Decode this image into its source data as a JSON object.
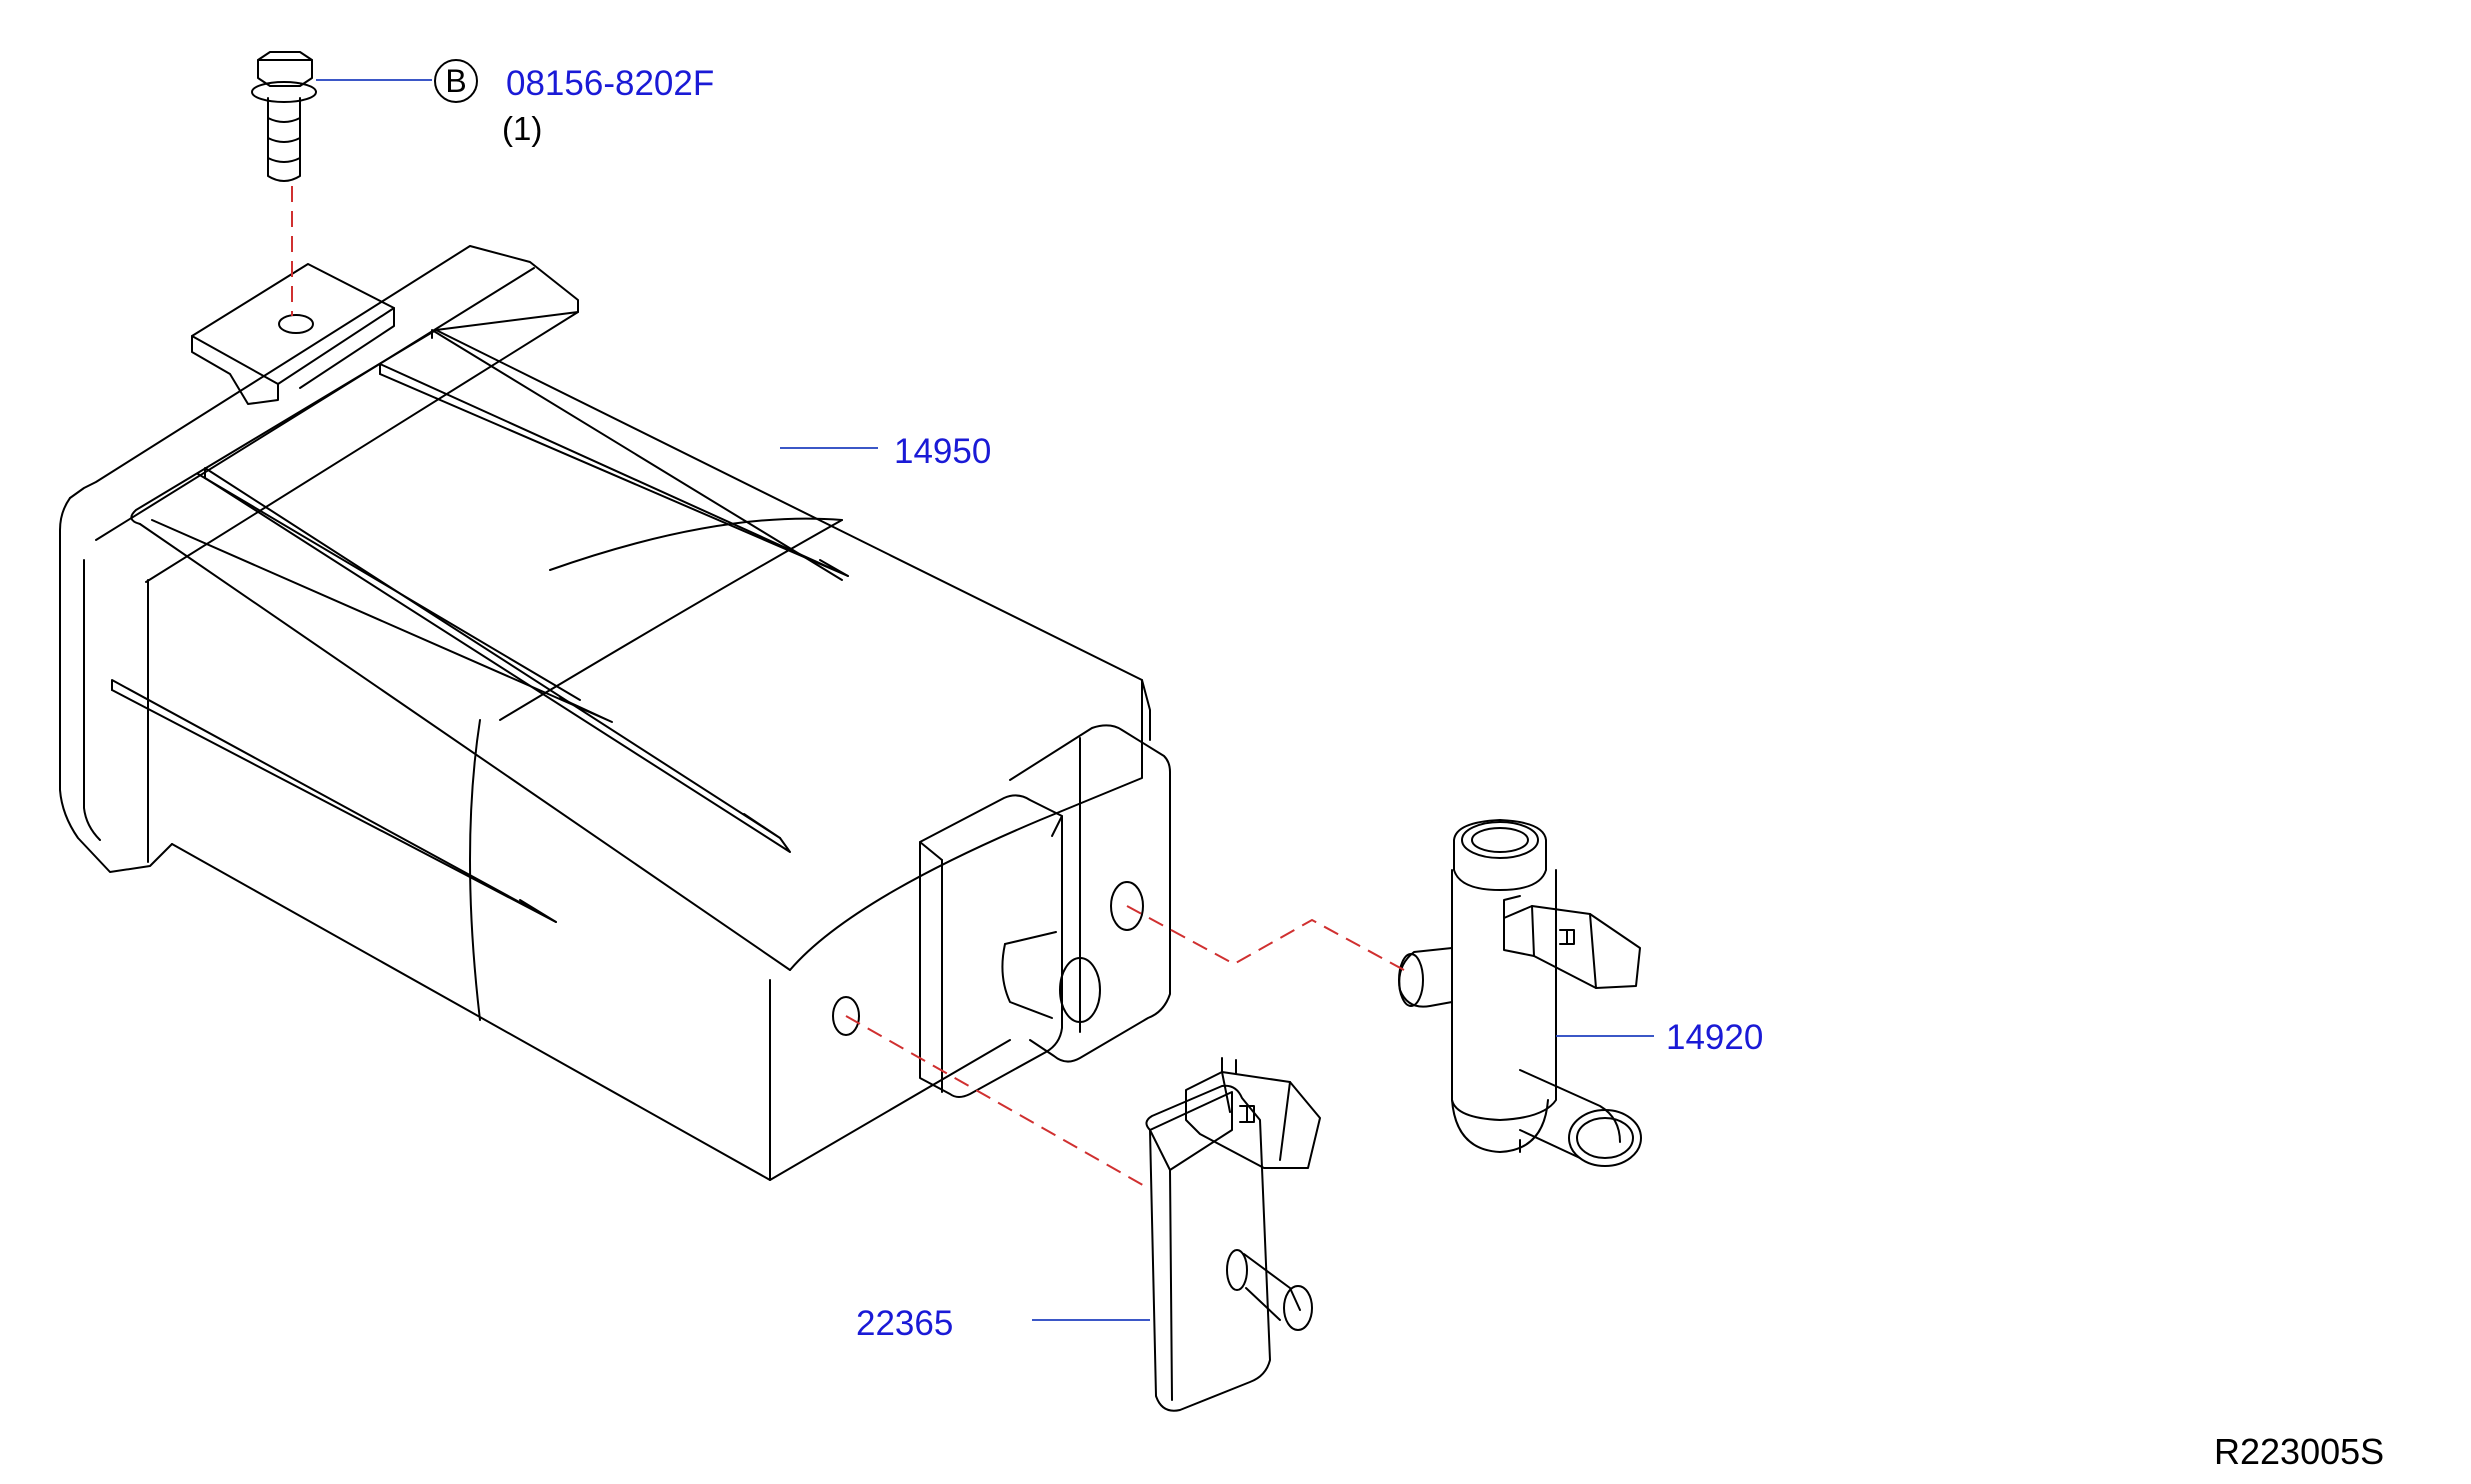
{
  "colors": {
    "line": "#000000",
    "leader": "#1f3fbf",
    "label": "#1a1ad6",
    "dash": "#d03030"
  },
  "fastener": {
    "circle_letter": "B",
    "part_number": "08156-8202F",
    "quantity": "(1)"
  },
  "parts": {
    "canister": "14950",
    "valve": "14920",
    "sensor": "22365"
  },
  "diagram_code": "R223005S"
}
